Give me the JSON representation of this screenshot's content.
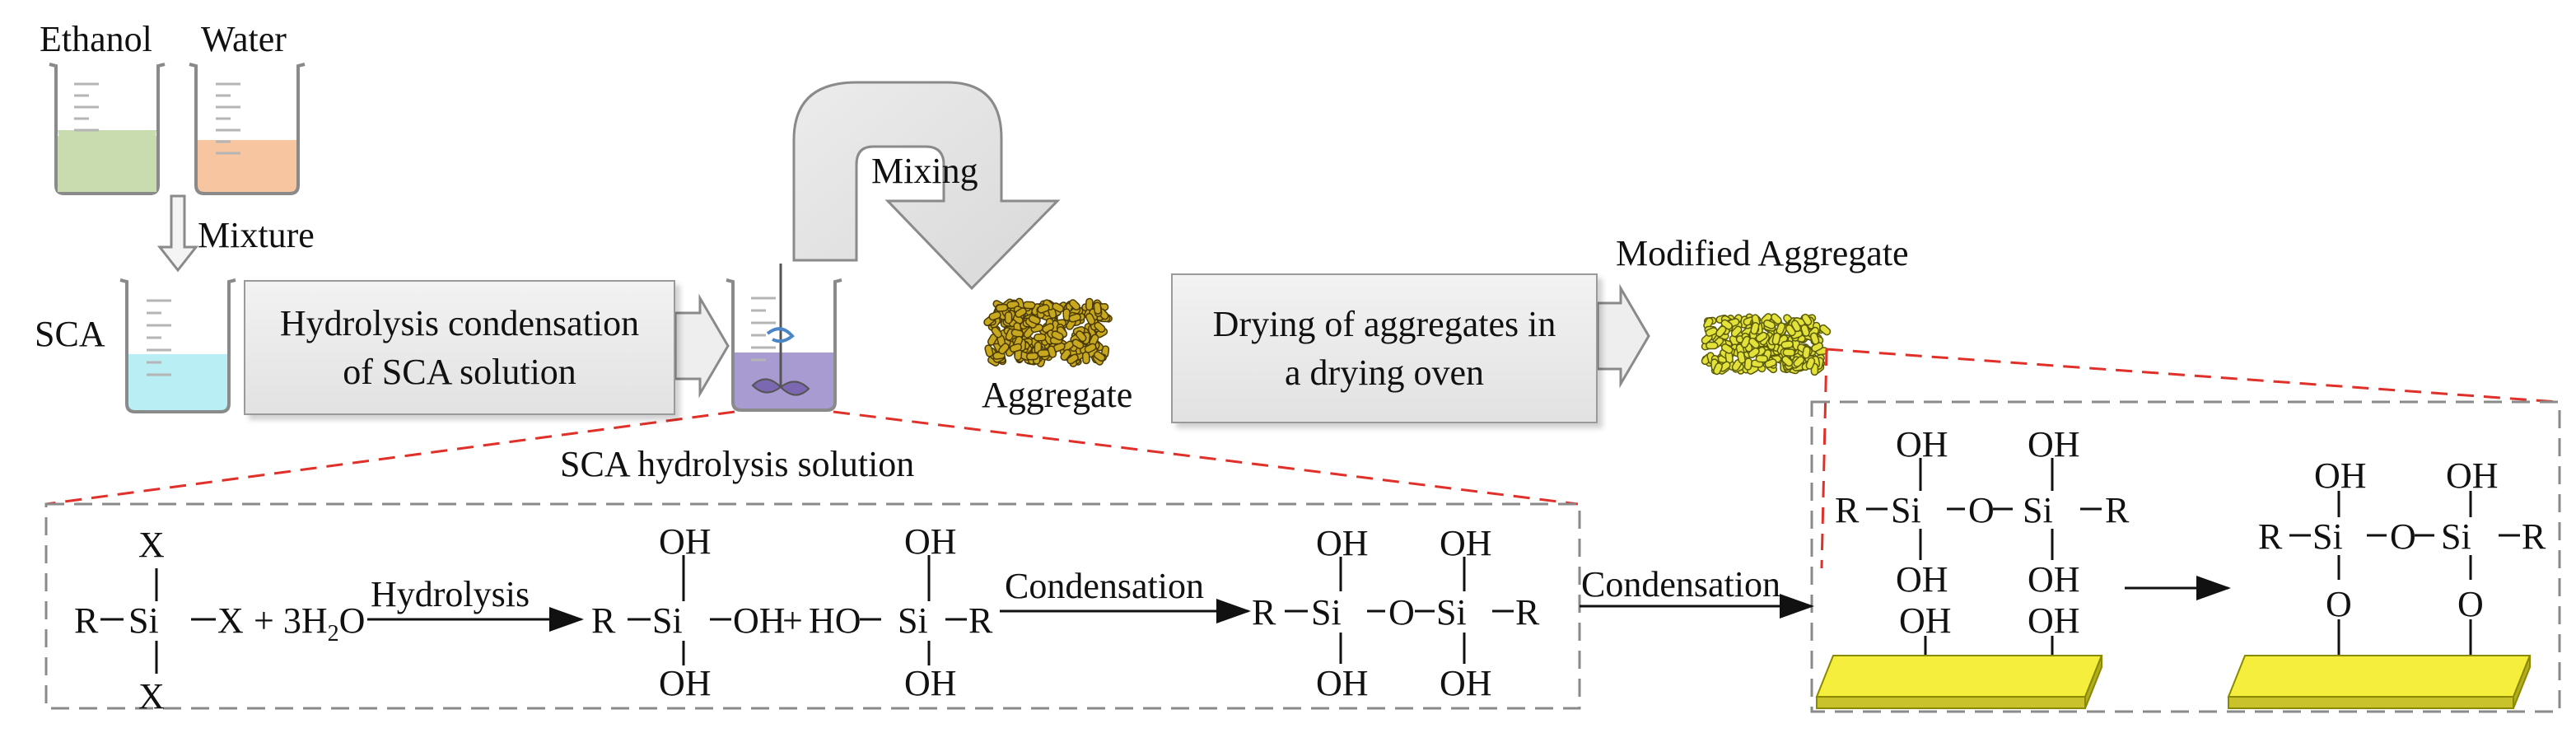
{
  "labels": {
    "ethanol": "Ethanol",
    "water": "Water",
    "mixture": "Mixture",
    "sca": "SCA",
    "hydrolysis_box": [
      "Hydrolysis condensation",
      "of SCA solution"
    ],
    "mixing": "Mixing",
    "aggregate": "Aggregate",
    "drying_box": [
      "Drying of aggregates in",
      "a drying oven"
    ],
    "modified_aggregate": "Modified Aggregate",
    "sca_hydrolysis_solution": "SCA hydrolysis solution"
  },
  "reaction": {
    "reactant_left": "R",
    "si": "Si",
    "x": "X",
    "plus_water": "+ 3H",
    "water_sub": "2",
    "water_o": "O",
    "hydrolysis": "Hydrolysis",
    "oh": "OH",
    "ho": "HO",
    "plus": "+",
    "o": "O",
    "r": "R",
    "condensation": "Condensation"
  },
  "colors": {
    "ethanol_liquid": "#c9dcb0",
    "water_liquid": "#f7c59f",
    "sca_liquid": "#b8eef4",
    "hydrolysis_liquid": "#a79bd1",
    "aggregate": "#c8a81e",
    "modified_aggregate": "#e2e23a",
    "substrate": "#f5ee3c",
    "dashed_red": "#e0302a",
    "dashed_grey": "#8a8a8a"
  }
}
